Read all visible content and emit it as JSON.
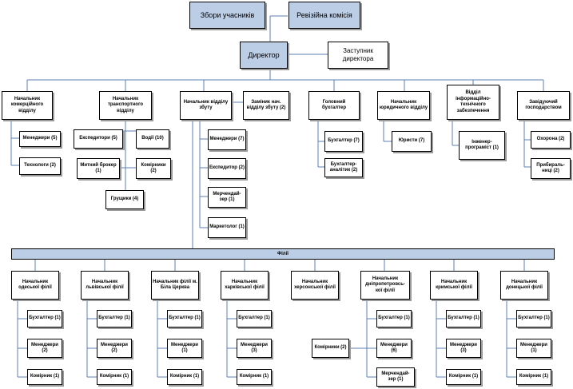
{
  "top": {
    "founders": "Збори учасників",
    "audit": "Ревізійна комісія",
    "director": "Директор",
    "deputy": "Заступник директора"
  },
  "departments": {
    "commercial": {
      "head": "Начальник комерційного відділу",
      "managers": "Менеджери (5)",
      "technologists": "Технологи (2)"
    },
    "transport": {
      "head": "Начальник транспортного відділу",
      "forwarders": "Експедитори (5)",
      "drivers": "Водії (10)",
      "customs": "Митний брокер (1)",
      "storekeepers": "Комірники (2)",
      "loaders": "Грущики (4)"
    },
    "sales": {
      "head": "Начальник відділу збуту",
      "deputy": "Заміник нач. відділу збуту (2)",
      "managers": "Менеджери (7)",
      "expeditor": "Експедитор (2)",
      "merch": "Мерчендай-зер (1)",
      "marketing": "Маркетолог (1)"
    },
    "accounting": {
      "head": "Головний бухгалтер",
      "accountants": "Бухгалтер (7)",
      "analyst": "Бухгалтер-аналітик (2)"
    },
    "legal": {
      "head": "Начальник юридичного відділу",
      "lawyers": "Юристи (7)"
    },
    "it": {
      "head": "Відділ інформаційно-технічного забезпечення",
      "engineer": "Інженер-програміст (1)"
    },
    "household": {
      "head": "Завідуючий господарством",
      "guard": "Охорона (2)",
      "cleaners": "Прибираль-ниці (2)"
    }
  },
  "branches_title": "Філії",
  "branches": [
    {
      "head": "Начальник одеської філії",
      "items": [
        "Бухгалтер (1)",
        "Менеджери (2)",
        "Комірник (1)"
      ]
    },
    {
      "head": "Начальник львівської філії",
      "items": [
        "Бухгалтер (1)",
        "Менеджери (2)",
        "Комірник (1)"
      ]
    },
    {
      "head": "Начальник філії м. Біла Церква",
      "items": [
        "Бухгалтер (1)",
        "Менеджери (1)",
        "Комірник (1)"
      ]
    },
    {
      "head": "Начальник харківської філії",
      "items": [
        "Бухгалтер (1)",
        "Менеджери (3)",
        "Комірник (1)"
      ]
    },
    {
      "head": "Начальник херсонської філії",
      "items": []
    },
    {
      "head": "Начальник дніпропетровсь-кої філії",
      "items": [
        "Бухгалтер (1)",
        "Менеджери (6)",
        "Мерчендай-зер (1)"
      ],
      "extra": "Комірники (2)"
    },
    {
      "head": "Начальник кримської філії",
      "items": [
        "Бухгалтер (1)",
        "Менеджери (3)",
        "Комірник (1)"
      ]
    },
    {
      "head": "Начальник донецької філії",
      "items": [
        "Бухгалтер (1)",
        "Менеджери (1)",
        "Комірник (1)"
      ]
    }
  ]
}
